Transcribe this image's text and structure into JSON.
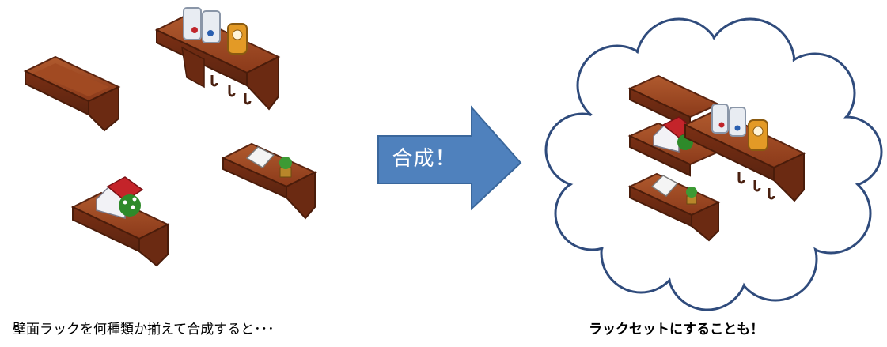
{
  "arrow": {
    "label": "合成！",
    "color": "#4f81bd",
    "border": "#3a679c"
  },
  "captions": {
    "left": "壁面ラックを何種類か揃えて合成すると･･･",
    "right": "ラックセットにすることも！"
  },
  "colors": {
    "wood": "#8b3a1a",
    "wood_dark": "#5a2410",
    "cloud_outline": "#2f4b7c"
  },
  "icons": [
    "shelf-icon",
    "lantern-icon",
    "clock-icon",
    "house-icon",
    "flower-icon",
    "calendar-icon",
    "plant-icon"
  ]
}
